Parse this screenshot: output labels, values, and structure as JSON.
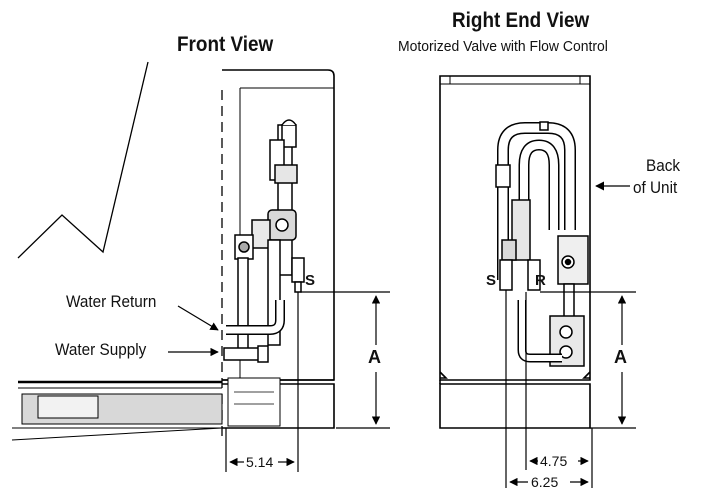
{
  "front": {
    "title": "Front View",
    "labels": {
      "return": "Water Return",
      "supply": "Water Supply"
    },
    "tag_s": "S",
    "dim_a": "A",
    "dim_width": "5.14"
  },
  "right": {
    "title": "Right End View",
    "subtitle": "Motorized Valve with Flow Control",
    "back_line1": "Back",
    "back_line2": "of Unit",
    "tag_s": "S",
    "tag_r": "R",
    "dim_a": "A",
    "dim_1": "4.75",
    "dim_2": "6.25"
  }
}
